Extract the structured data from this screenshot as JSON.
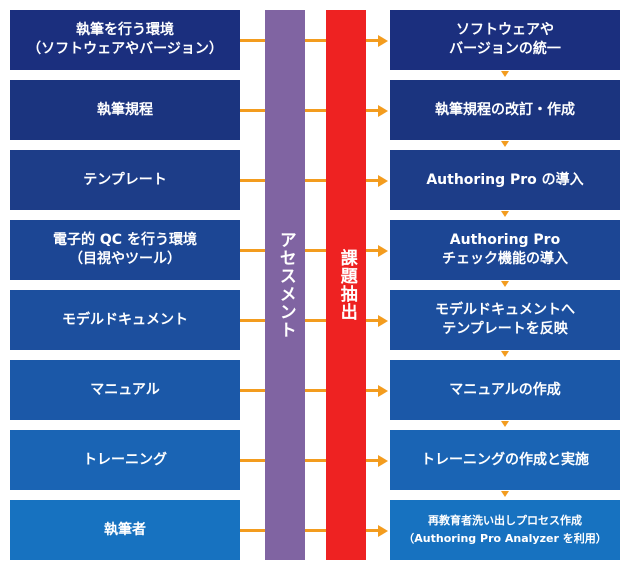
{
  "colors": {
    "bar_assessment": "#8064a2",
    "bar_extraction": "#ee2222",
    "connector": "#f39c1e",
    "row_colors": [
      "#1b2f7e",
      "#1b347f",
      "#1d3d88",
      "#1c4694",
      "#1c4f9e",
      "#1b58a8",
      "#1a64b4",
      "#1772c0"
    ]
  },
  "assessment_label": "アセスメント",
  "extraction_label": "課題抽出",
  "rows": [
    {
      "left": "執筆を行う環境\n（ソフトウェアやバージョン）",
      "right": "ソフトウェアや\nバージョンの統一"
    },
    {
      "left": "執筆規程",
      "right": "執筆規程の改訂・作成"
    },
    {
      "left": "テンプレート",
      "right": "Authoring Pro の導入"
    },
    {
      "left": "電子的 QC を行う環境\n（目視やツール）",
      "right": "Authoring Pro\nチェック機能の導入"
    },
    {
      "left": "モデルドキュメント",
      "right": "モデルドキュメントへ\nテンプレートを反映"
    },
    {
      "left": "マニュアル",
      "right": "マニュアルの作成"
    },
    {
      "left": "トレーニング",
      "right": "トレーニングの作成と実施"
    },
    {
      "left": "執筆者",
      "right": "再教育者洗い出しプロセス作成\n（Authoring Pro Analyzer を利用）"
    }
  ]
}
